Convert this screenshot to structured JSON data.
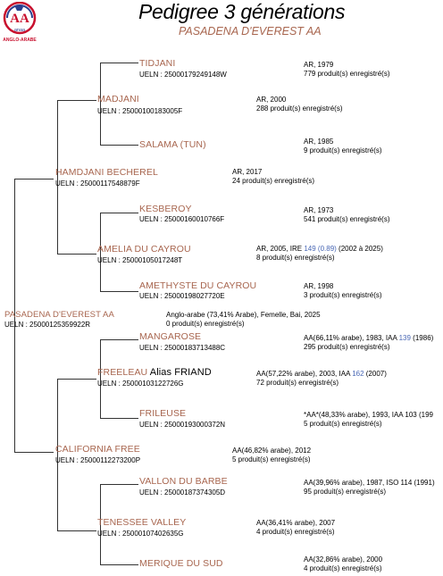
{
  "header": {
    "title": "Pedigree 3 générations",
    "subject": "PASADENA D'EVEREST AA"
  },
  "logo": {
    "letters": "AA",
    "org": "anaa",
    "caption": "ANGLO-ARABE",
    "colors": {
      "red": "#c8102e",
      "blue": "#2a3f8f"
    }
  },
  "subject_horse": {
    "name": "PASADENA D'EVEREST AA",
    "ueln": "UELN : 25000125359922R",
    "info1": "Anglo-arabe (73,41% Arabe), Femelle, Bai, 2025",
    "info2": "0 produit(s) enregistré(s)"
  },
  "sire": {
    "name": "HAMDJANI BECHEREL",
    "ueln": "UELN : 25000117548879F",
    "info1": "AR, 2017",
    "info2": "24 produit(s) enregistré(s)"
  },
  "sire_sire": {
    "name": "MADJANI",
    "ueln": "UELN : 25000100183005F",
    "info1": "AR, 2000",
    "info2": "288 produit(s) enregistré(s)"
  },
  "sire_sire_sire": {
    "name": "TIDJANI",
    "ueln": "UELN : 25000179249148W",
    "info1": "AR, 1979",
    "info2": "779 produit(s) enregistré(s)"
  },
  "sire_sire_dam": {
    "name": "SALAMA (TUN)",
    "info1": "AR, 1985",
    "info2": "9 produit(s) enregistré(s)"
  },
  "sire_dam": {
    "name": "AMELIA DU CAYROU",
    "ueln": "UELN : 25000105017248T",
    "info1_pre": "AR, 2005, IRE ",
    "info1_link": "149 (0.89)",
    "info1_post": " (2002 à 2025)",
    "info2": "8 produit(s) enregistré(s)"
  },
  "sire_dam_sire": {
    "name": "KESBEROY",
    "ueln": "UELN : 25000160010766F",
    "info1": "AR, 1973",
    "info2": "541 produit(s) enregistré(s)"
  },
  "sire_dam_dam": {
    "name": "AMETHYSTE DU CAYROU",
    "ueln": "UELN : 25000198027720E",
    "info1": "AR, 1998",
    "info2": "3 produit(s) enregistré(s)"
  },
  "dam": {
    "name": "CALIFORNIA FREE",
    "ueln": "UELN : 25000112273200P",
    "info1": "AA(46,82% arabe), 2012",
    "info2": "5 produit(s) enregistré(s)"
  },
  "dam_sire": {
    "name": "FREELEAU",
    "alias": " Alias FRIAND",
    "ueln": "UELN : 25000103122726G",
    "info1_pre": "AA(57,22% arabe), 2003, IAA ",
    "info1_link": "162",
    "info1_post": " (2007)",
    "info2": "72 produit(s) enregistré(s)"
  },
  "dam_sire_sire": {
    "name": "MANGAROSE",
    "ueln": "UELN : 25000183713488C",
    "info1_pre": "AA(66,11% arabe), 1983, IAA ",
    "info1_link": "139",
    "info1_post": " (1986)",
    "info2": "295 produit(s) enregistré(s)"
  },
  "dam_sire_dam": {
    "name": "FRILEUSE",
    "ueln": "UELN : 25000193000372N",
    "info1": "*AA*(48,33% arabe), 1993, IAA 103 (199",
    "info2": "5 produit(s) enregistré(s)"
  },
  "dam_dam": {
    "name": "TENESSEE VALLEY",
    "ueln": "UELN : 25000107402635G",
    "info1": "AA(36,41% arabe), 2007",
    "info2": "4 produit(s) enregistré(s)"
  },
  "dam_dam_sire": {
    "name": "VALLON DU BARBE",
    "ueln": "UELN : 25000187374305D",
    "info1": "AA(39,96% arabe), 1987, ISO 114 (1991)",
    "info2": "95 produit(s) enregistré(s)"
  },
  "dam_dam_dam": {
    "name": "MERIQUE DU SUD",
    "info1": "AA(32,86% arabe), 2000",
    "info2": "4 produit(s) enregistré(s)"
  }
}
